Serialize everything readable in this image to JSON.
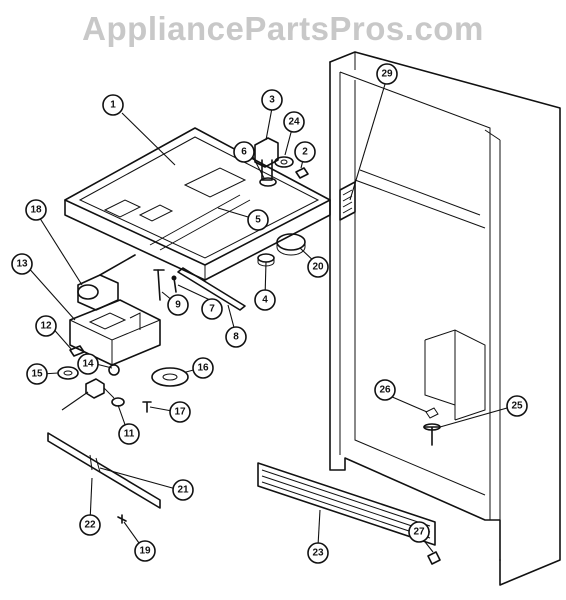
{
  "watermark": "AppliancePartsPros.com",
  "callouts": [
    "1",
    "2",
    "3",
    "4",
    "5",
    "6",
    "7",
    "8",
    "9",
    "11",
    "12",
    "13",
    "14",
    "15",
    "16",
    "17",
    "18",
    "19",
    "20",
    "21",
    "22",
    "23",
    "24",
    "25",
    "26",
    "27",
    "29"
  ]
}
